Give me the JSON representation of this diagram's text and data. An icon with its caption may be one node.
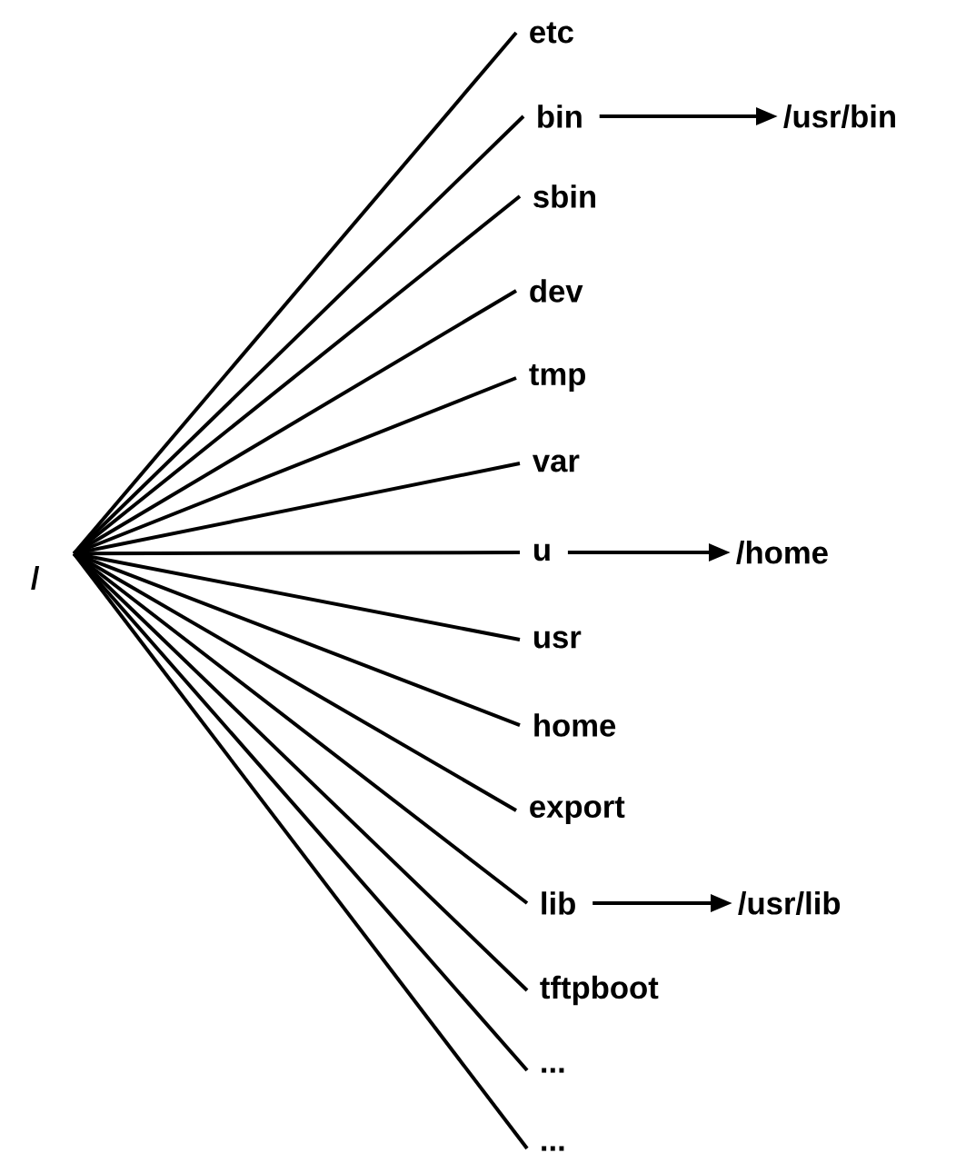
{
  "diagram": {
    "nodes": [
      {
        "text": [
          "/"
        ]
      },
      {
        "text": [
          "etc"
        ]
      },
      {
        "text": [
          "bin"
        ]
      },
      {
        "text": [
          "/usr/bin"
        ]
      },
      {
        "text": [
          "sbin"
        ]
      },
      {
        "text": [
          "dev"
        ]
      },
      {
        "text": [
          "tmp"
        ]
      },
      {
        "text": [
          "var"
        ]
      },
      {
        "text": [
          "u"
        ]
      },
      {
        "text": [
          "/home"
        ]
      },
      {
        "text": [
          "usr"
        ]
      },
      {
        "text": [
          "home"
        ]
      },
      {
        "text": [
          "export"
        ]
      },
      {
        "text": [
          "lib"
        ]
      },
      {
        "text": [
          "/usr/lib"
        ]
      },
      {
        "text": [
          "tftpboot"
        ]
      },
      {
        "text": [
          "..."
        ]
      },
      {
        "text": [
          "..."
        ]
      }
    ],
    "edges": [
      {
        "from": 0,
        "to": 1,
        "arrow": "none"
      },
      {
        "from": 0,
        "to": 2,
        "arrow": "none"
      },
      {
        "from": 0,
        "to": 4,
        "arrow": "none"
      },
      {
        "from": 0,
        "to": 5,
        "arrow": "none"
      },
      {
        "from": 0,
        "to": 6,
        "arrow": "none"
      },
      {
        "from": 0,
        "to": 7,
        "arrow": "none"
      },
      {
        "from": 0,
        "to": 8,
        "arrow": "none"
      },
      {
        "from": 0,
        "to": 10,
        "arrow": "none"
      },
      {
        "from": 0,
        "to": 11,
        "arrow": "none"
      },
      {
        "from": 0,
        "to": 12,
        "arrow": "none"
      },
      {
        "from": 0,
        "to": 13,
        "arrow": "none"
      },
      {
        "from": 0,
        "to": 15,
        "arrow": "none"
      },
      {
        "from": 0,
        "to": 16,
        "arrow": "none"
      },
      {
        "from": 0,
        "to": 17,
        "arrow": "none"
      },
      {
        "from": 2,
        "to": 3,
        "arrow": "to"
      },
      {
        "from": 8,
        "to": 9,
        "arrow": "to"
      },
      {
        "from": 13,
        "to": 14,
        "arrow": "to"
      }
    ]
  }
}
